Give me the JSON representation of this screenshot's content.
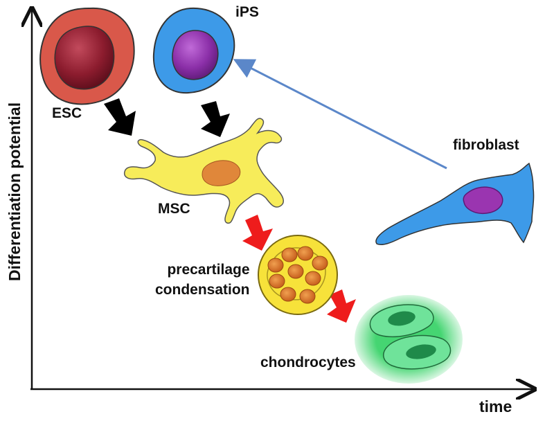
{
  "axes": {
    "y_label": "Differentiation potential",
    "x_label": "time"
  },
  "cells": {
    "esc": "ESC",
    "ips": "iPS",
    "msc": "MSC",
    "fibroblast": "fibroblast",
    "precartilage_line1": "precartilage",
    "precartilage_line2": "condensation",
    "chondrocytes": "chondrocytes"
  },
  "colors": {
    "esc_membrane": "#d9584a",
    "esc_nucleus": "#8c1c2e",
    "ips_membrane": "#3d9ae8",
    "ips_nucleus": "#8b2fa8",
    "msc_body": "#f7ec5a",
    "msc_nucleus": "#e0873a",
    "fibroblast_body": "#3d9ae8",
    "fibroblast_nucleus": "#9a35b0",
    "chondrocyte_body": "#5fd68a",
    "chondrocyte_nucleus": "#1f8a4a",
    "reprogramming_arrow": "#5b87c9",
    "black_arrow": "#000000",
    "red_arrow": "#ee1c1c"
  }
}
